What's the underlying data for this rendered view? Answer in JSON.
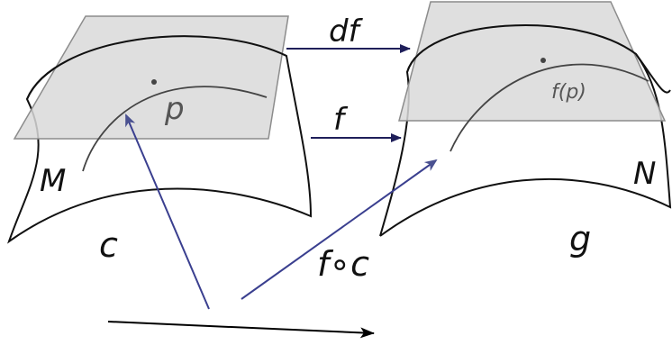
{
  "labels": {
    "df": "df",
    "f": "f",
    "p": "p",
    "fp": "f(p)",
    "M": "M",
    "N": "N",
    "c": "c",
    "g": "g",
    "fc": "f∘c"
  },
  "colors": {
    "plane_fill": "#d9d9d9",
    "plane_stroke": "#8c8c8c",
    "curve": "#111111",
    "inner_curve": "#444444",
    "arrow_dark": "#1f1f5a",
    "arrow_blue": "#3a3f8f",
    "arrowhead_light": "#4a5190",
    "bottom_arrow": "#000000"
  }
}
